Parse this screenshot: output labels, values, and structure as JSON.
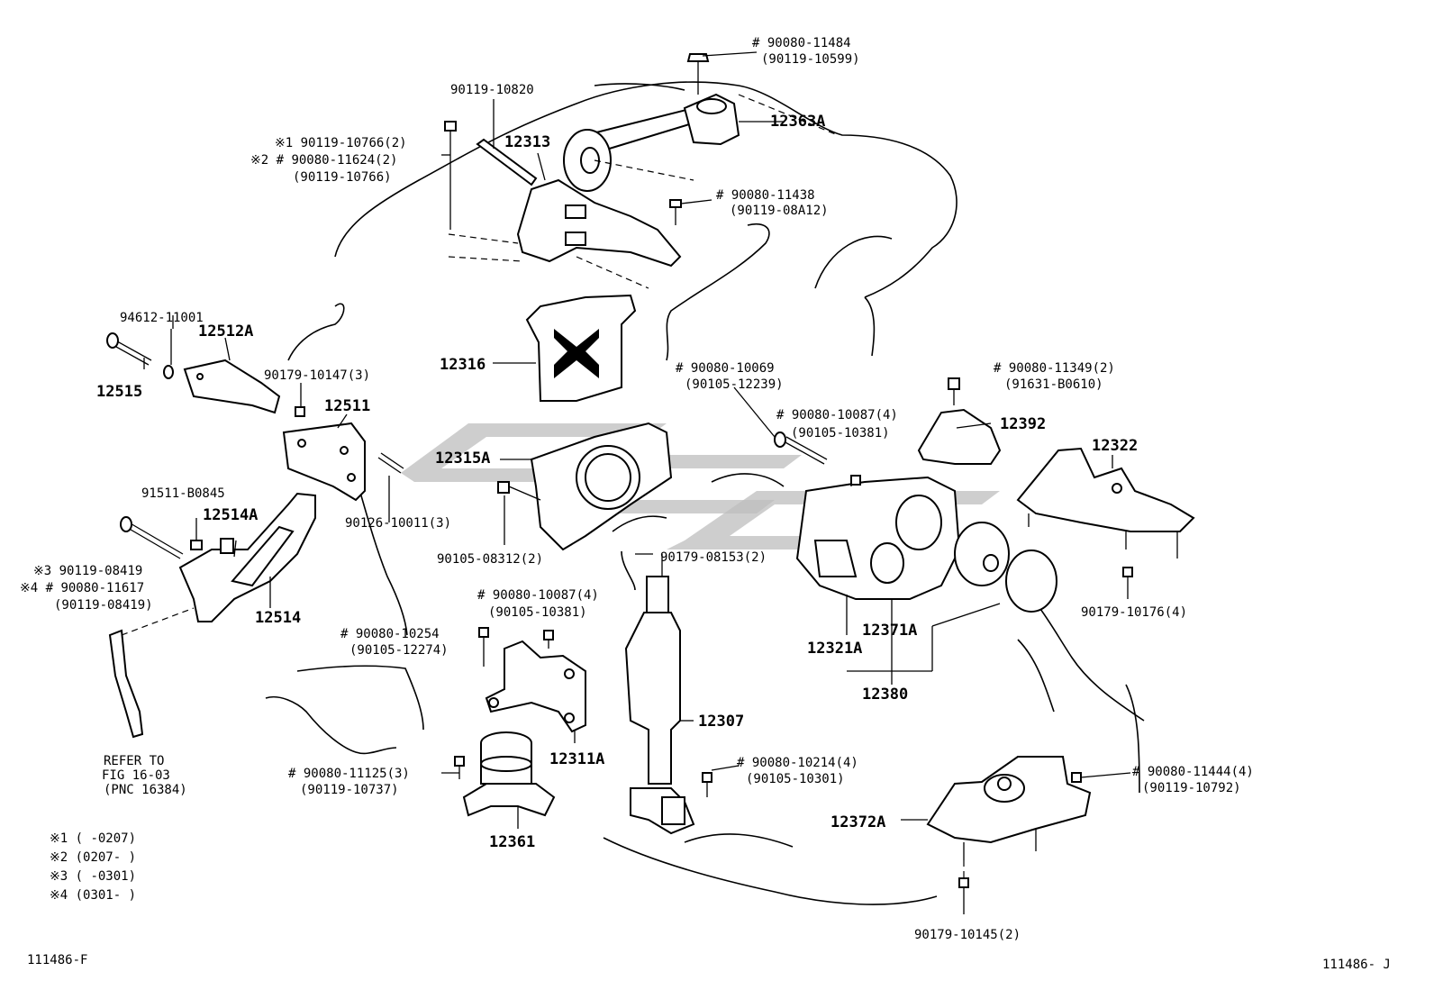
{
  "labels": {
    "l_90080_11484": "# 90080-11484",
    "l_90119_10599": "(90119-10599)",
    "l_90119_10820": "90119-10820",
    "l_12363A": "12363A",
    "l_12313": "12313",
    "l_k1": "※1 90119-10766(2)",
    "l_k2": "※2 # 90080-11624(2)",
    "l_k2b": "(90119-10766)",
    "l_90080_11438": "# 90080-11438",
    "l_90119_08A12": "(90119-08A12)",
    "l_94612": "94612-11001",
    "l_12512A": "12512A",
    "l_12515": "12515",
    "l_90179_10147": "90179-10147(3)",
    "l_12511": "12511",
    "l_12316": "12316",
    "l_90080_10069": "# 90080-10069",
    "l_90105_12239": "(90105-12239)",
    "l_90080_11349": "# 90080-11349(2)",
    "l_91631": "(91631-B0610)",
    "l_90080_10087a": "# 90080-10087(4)",
    "l_90105_10381a": "(90105-10381)",
    "l_12392": "12392",
    "l_12322": "12322",
    "l_12315A": "12315A",
    "l_91511": "91511-B0845",
    "l_12514A": "12514A",
    "l_90126": "90126-10011(3)",
    "l_90105_08312": "90105-08312(2)",
    "l_90179_08153": "90179-08153(2)",
    "l_k3": "※3 90119-08419",
    "l_k4": "※4 # 90080-11617",
    "l_k4b": "(90119-08419)",
    "l_12514": "12514",
    "l_90080_10087b": "# 90080-10087(4)",
    "l_90105_10381b": "(90105-10381)",
    "l_90179_10176": "90179-10176(4)",
    "l_12371A": "12371A",
    "l_12321A": "12321A",
    "l_12380": "12380",
    "l_90080_10254": "# 90080-10254",
    "l_90105_12274": "(90105-12274)",
    "l_12307": "12307",
    "l_refer1": "REFER TO",
    "l_refer2": "FIG 16-03",
    "l_refer3": "(PNC 16384)",
    "l_12311A": "12311A",
    "l_90080_11125": "# 90080-11125(3)",
    "l_90119_10737": "(90119-10737)",
    "l_90080_10214": "# 90080-10214(4)",
    "l_90105_10301": "(90105-10301)",
    "l_90080_11444": "# 90080-11444(4)",
    "l_90119_10792": "(90119-10792)",
    "l_12372A": "12372A",
    "l_12361": "12361",
    "l_90179_10145": "90179-10145(2)"
  },
  "legend": [
    "※1 (     -0207)",
    "※2 (0207-     )",
    "※3 (     -0301)",
    "※4 (0301-     )"
  ],
  "footer": {
    "left_code": "111486-F",
    "right_code": "111486- J"
  }
}
